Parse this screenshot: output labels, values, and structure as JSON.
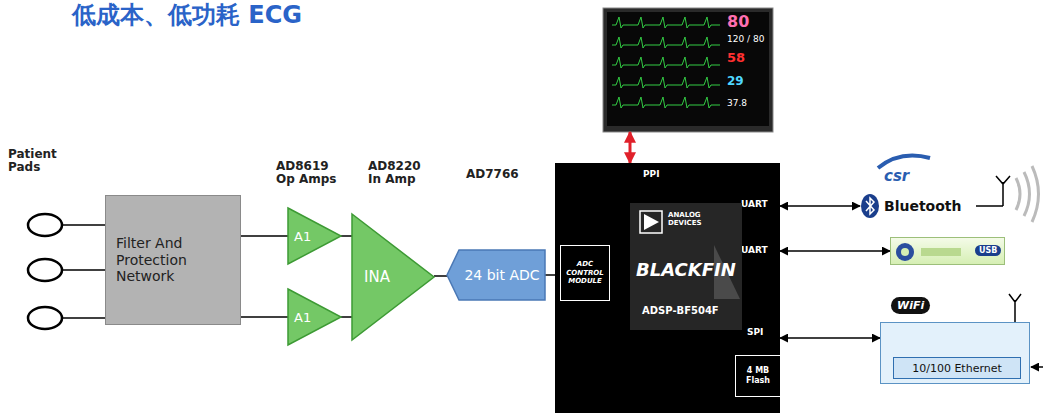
{
  "diagram": {
    "title": "低成本、低功耗 ECG",
    "nodes": [
      {
        "text": [
          "Filter And Protection Network"
        ]
      },
      {
        "text": [
          "A1"
        ]
      },
      {
        "text": [
          "A1"
        ]
      },
      {
        "text": [
          "INA"
        ]
      },
      {
        "text": [
          "24 bit ADC"
        ]
      },
      {
        "text": [
          "PPI",
          "UART",
          "UART",
          "SPI"
        ]
      },
      {
        "text": [
          "ADC CONTROL MODULE"
        ],
        "in": 5
      },
      {
        "text": [
          "ANALOG DEVICES",
          "BLACKFIN",
          "ADSP-BF504F"
        ],
        "in": 5
      },
      {
        "text": [
          "4 MB Flash"
        ],
        "in": 5
      },
      {
        "text": [
          "80",
          "120 / 80",
          "58",
          "29",
          "37.8"
        ]
      },
      {
        "text": [
          "Bluetooth"
        ]
      },
      {
        "text": [
          "USB"
        ]
      },
      {
        "text": [
          "WiFi"
        ]
      },
      {
        "text": [
          "10/100 Ethernet"
        ],
        "in": 12
      }
    ],
    "edges": [
      {
        "from": 0,
        "to": 1,
        "arrow": "none"
      },
      {
        "from": 0,
        "to": 2,
        "arrow": "none"
      },
      {
        "from": 1,
        "to": 3,
        "arrow": "none"
      },
      {
        "from": 2,
        "to": 3,
        "arrow": "none"
      },
      {
        "from": 3,
        "to": 4,
        "arrow": "none"
      },
      {
        "from": 4,
        "to": 6,
        "arrow": "none"
      },
      {
        "from": 5,
        "to": 9,
        "arrow": "both"
      },
      {
        "from": 5,
        "to": 10,
        "arrow": "both"
      },
      {
        "from": 5,
        "to": 11,
        "arrow": "both"
      },
      {
        "from": 5,
        "to": 12,
        "arrow": "both"
      }
    ],
    "labels": [
      "Patient Pads",
      "AD8619 Op Amps",
      "AD8220 In Amp",
      "AD7766",
      "csr"
    ]
  }
}
